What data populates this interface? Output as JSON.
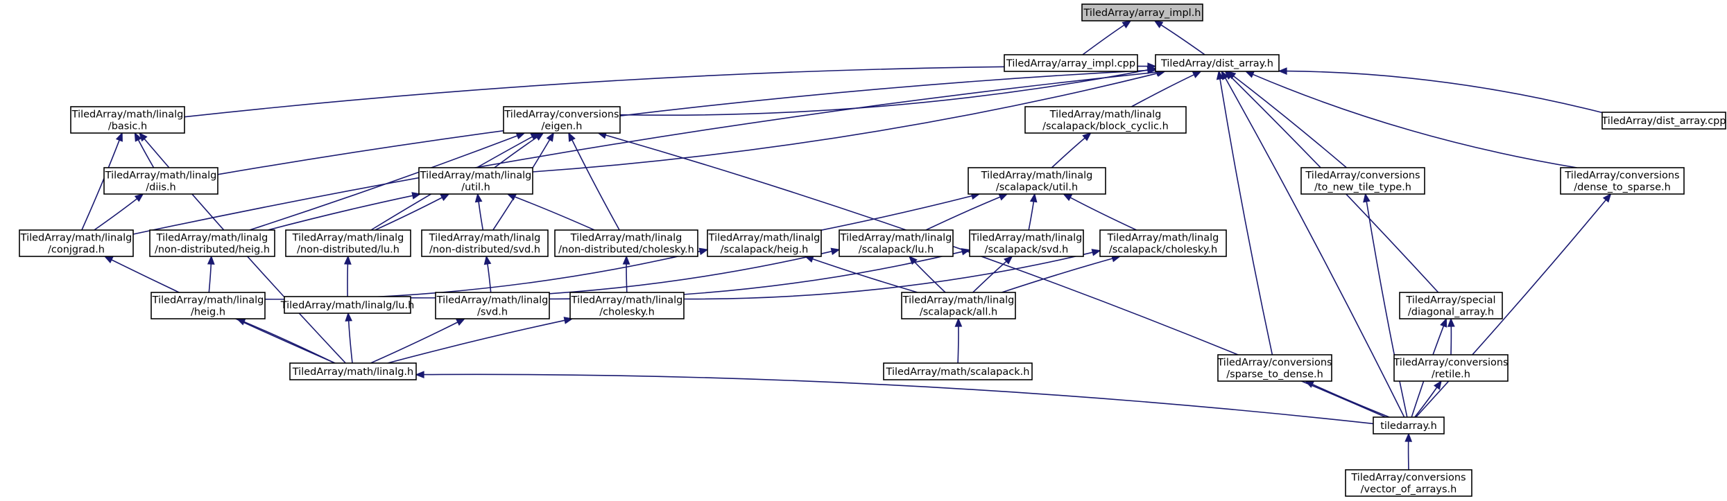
{
  "graph": {
    "root": "array_impl_h",
    "nodes": [
      {
        "id": "array_impl_h",
        "lines": [
          "TiledArray/array_impl.h"
        ],
        "root": true
      },
      {
        "id": "array_impl_cpp",
        "lines": [
          "TiledArray/array_impl.cpp"
        ]
      },
      {
        "id": "dist_array_h",
        "lines": [
          "TiledArray/dist_array.h"
        ]
      },
      {
        "id": "linalg_basic_h",
        "lines": [
          "TiledArray/math/linalg",
          "/basic.h"
        ]
      },
      {
        "id": "conversions_eigen_h",
        "lines": [
          "TiledArray/conversions",
          "/eigen.h"
        ]
      },
      {
        "id": "scalapack_block_cyclic_h",
        "lines": [
          "TiledArray/math/linalg",
          "/scalapack/block_cyclic.h"
        ]
      },
      {
        "id": "dist_array_cpp",
        "lines": [
          "TiledArray/dist_array.cpp"
        ]
      },
      {
        "id": "linalg_diis_h",
        "lines": [
          "TiledArray/math/linalg",
          "/diis.h"
        ]
      },
      {
        "id": "linalg_util_h",
        "lines": [
          "TiledArray/math/linalg",
          "/util.h"
        ]
      },
      {
        "id": "scalapack_util_h",
        "lines": [
          "TiledArray/math/linalg",
          "/scalapack/util.h"
        ]
      },
      {
        "id": "conversions_to_new_tile_type_h",
        "lines": [
          "TiledArray/conversions",
          "/to_new_tile_type.h"
        ]
      },
      {
        "id": "conversions_dense_to_sparse_h",
        "lines": [
          "TiledArray/conversions",
          "/dense_to_sparse.h"
        ]
      },
      {
        "id": "linalg_conjgrad_h",
        "lines": [
          "TiledArray/math/linalg",
          "/conjgrad.h"
        ]
      },
      {
        "id": "nd_heig_h",
        "lines": [
          "TiledArray/math/linalg",
          "/non-distributed/heig.h"
        ]
      },
      {
        "id": "nd_lu_h",
        "lines": [
          "TiledArray/math/linalg",
          "/non-distributed/lu.h"
        ]
      },
      {
        "id": "nd_svd_h",
        "lines": [
          "TiledArray/math/linalg",
          "/non-distributed/svd.h"
        ]
      },
      {
        "id": "nd_cholesky_h",
        "lines": [
          "TiledArray/math/linalg",
          "/non-distributed/cholesky.h"
        ]
      },
      {
        "id": "sp_heig_h",
        "lines": [
          "TiledArray/math/linalg",
          "/scalapack/heig.h"
        ]
      },
      {
        "id": "sp_lu_h",
        "lines": [
          "TiledArray/math/linalg",
          "/scalapack/lu.h"
        ]
      },
      {
        "id": "sp_svd_h",
        "lines": [
          "TiledArray/math/linalg",
          "/scalapack/svd.h"
        ]
      },
      {
        "id": "sp_cholesky_h",
        "lines": [
          "TiledArray/math/linalg",
          "/scalapack/cholesky.h"
        ]
      },
      {
        "id": "linalg_heig_h",
        "lines": [
          "TiledArray/math/linalg",
          "/heig.h"
        ]
      },
      {
        "id": "linalg_lu_h",
        "lines": [
          "TiledArray/math/linalg/lu.h"
        ]
      },
      {
        "id": "linalg_svd_h",
        "lines": [
          "TiledArray/math/linalg",
          "/svd.h"
        ]
      },
      {
        "id": "linalg_cholesky_h",
        "lines": [
          "TiledArray/math/linalg",
          "/cholesky.h"
        ]
      },
      {
        "id": "sp_all_h",
        "lines": [
          "TiledArray/math/linalg",
          "/scalapack/all.h"
        ]
      },
      {
        "id": "special_diagonal_array_h",
        "lines": [
          "TiledArray/special",
          "/diagonal_array.h"
        ]
      },
      {
        "id": "math_scalapack_h",
        "lines": [
          "TiledArray/math/scalapack.h"
        ]
      },
      {
        "id": "conversions_sparse_to_dense_h",
        "lines": [
          "TiledArray/conversions",
          "/sparse_to_dense.h"
        ]
      },
      {
        "id": "conversions_retile_h",
        "lines": [
          "TiledArray/conversions",
          "/retile.h"
        ]
      },
      {
        "id": "math_linalg_h",
        "lines": [
          "TiledArray/math/linalg.h"
        ]
      },
      {
        "id": "tiledarray_h",
        "lines": [
          "tiledarray.h"
        ]
      },
      {
        "id": "conversions_vector_of_arrays_h",
        "lines": [
          "TiledArray/conversions",
          "/vector_of_arrays.h"
        ]
      }
    ],
    "edges": [
      [
        "array_impl_cpp",
        "array_impl_h"
      ],
      [
        "dist_array_h",
        "array_impl_h"
      ],
      [
        "linalg_basic_h",
        "dist_array_h"
      ],
      [
        "conversions_eigen_h",
        "dist_array_h"
      ],
      [
        "scalapack_block_cyclic_h",
        "dist_array_h"
      ],
      [
        "dist_array_cpp",
        "dist_array_h"
      ],
      [
        "linalg_diis_h",
        "dist_array_h"
      ],
      [
        "linalg_util_h",
        "dist_array_h"
      ],
      [
        "linalg_conjgrad_h",
        "dist_array_h"
      ],
      [
        "conversions_to_new_tile_type_h",
        "dist_array_h"
      ],
      [
        "conversions_dense_to_sparse_h",
        "dist_array_h"
      ],
      [
        "special_diagonal_array_h",
        "dist_array_h"
      ],
      [
        "conversions_sparse_to_dense_h",
        "dist_array_h"
      ],
      [
        "tiledarray_h",
        "dist_array_h"
      ],
      [
        "linalg_diis_h",
        "linalg_basic_h"
      ],
      [
        "linalg_conjgrad_h",
        "linalg_basic_h"
      ],
      [
        "math_linalg_h",
        "linalg_basic_h"
      ],
      [
        "linalg_conjgrad_h",
        "linalg_diis_h"
      ],
      [
        "linalg_util_h",
        "conversions_eigen_h"
      ],
      [
        "nd_heig_h",
        "conversions_eigen_h"
      ],
      [
        "nd_lu_h",
        "conversions_eigen_h"
      ],
      [
        "nd_svd_h",
        "conversions_eigen_h"
      ],
      [
        "nd_cholesky_h",
        "conversions_eigen_h"
      ],
      [
        "tiledarray_h",
        "conversions_eigen_h"
      ],
      [
        "nd_heig_h",
        "linalg_util_h"
      ],
      [
        "nd_lu_h",
        "linalg_util_h"
      ],
      [
        "nd_svd_h",
        "linalg_util_h"
      ],
      [
        "nd_cholesky_h",
        "linalg_util_h"
      ],
      [
        "scalapack_util_h",
        "scalapack_block_cyclic_h"
      ],
      [
        "sp_heig_h",
        "scalapack_util_h"
      ],
      [
        "sp_lu_h",
        "scalapack_util_h"
      ],
      [
        "sp_svd_h",
        "scalapack_util_h"
      ],
      [
        "sp_cholesky_h",
        "scalapack_util_h"
      ],
      [
        "linalg_heig_h",
        "nd_heig_h"
      ],
      [
        "linalg_lu_h",
        "nd_lu_h"
      ],
      [
        "linalg_svd_h",
        "nd_svd_h"
      ],
      [
        "linalg_cholesky_h",
        "nd_cholesky_h"
      ],
      [
        "linalg_heig_h",
        "sp_heig_h"
      ],
      [
        "sp_all_h",
        "sp_heig_h"
      ],
      [
        "linalg_lu_h",
        "sp_lu_h"
      ],
      [
        "sp_all_h",
        "sp_lu_h"
      ],
      [
        "linalg_svd_h",
        "sp_svd_h"
      ],
      [
        "sp_all_h",
        "sp_svd_h"
      ],
      [
        "linalg_cholesky_h",
        "sp_cholesky_h"
      ],
      [
        "sp_all_h",
        "sp_cholesky_h"
      ],
      [
        "math_scalapack_h",
        "sp_all_h"
      ],
      [
        "math_linalg_h",
        "linalg_conjgrad_h"
      ],
      [
        "math_linalg_h",
        "linalg_heig_h"
      ],
      [
        "math_linalg_h",
        "linalg_lu_h"
      ],
      [
        "math_linalg_h",
        "linalg_svd_h"
      ],
      [
        "math_linalg_h",
        "linalg_cholesky_h"
      ],
      [
        "tiledarray_h",
        "math_linalg_h"
      ],
      [
        "tiledarray_h",
        "conversions_to_new_tile_type_h"
      ],
      [
        "tiledarray_h",
        "conversions_dense_to_sparse_h"
      ],
      [
        "tiledarray_h",
        "conversions_sparse_to_dense_h"
      ],
      [
        "tiledarray_h",
        "conversions_retile_h"
      ],
      [
        "tiledarray_h",
        "special_diagonal_array_h"
      ],
      [
        "conversions_retile_h",
        "special_diagonal_array_h"
      ],
      [
        "conversions_vector_of_arrays_h",
        "tiledarray_h"
      ]
    ]
  }
}
